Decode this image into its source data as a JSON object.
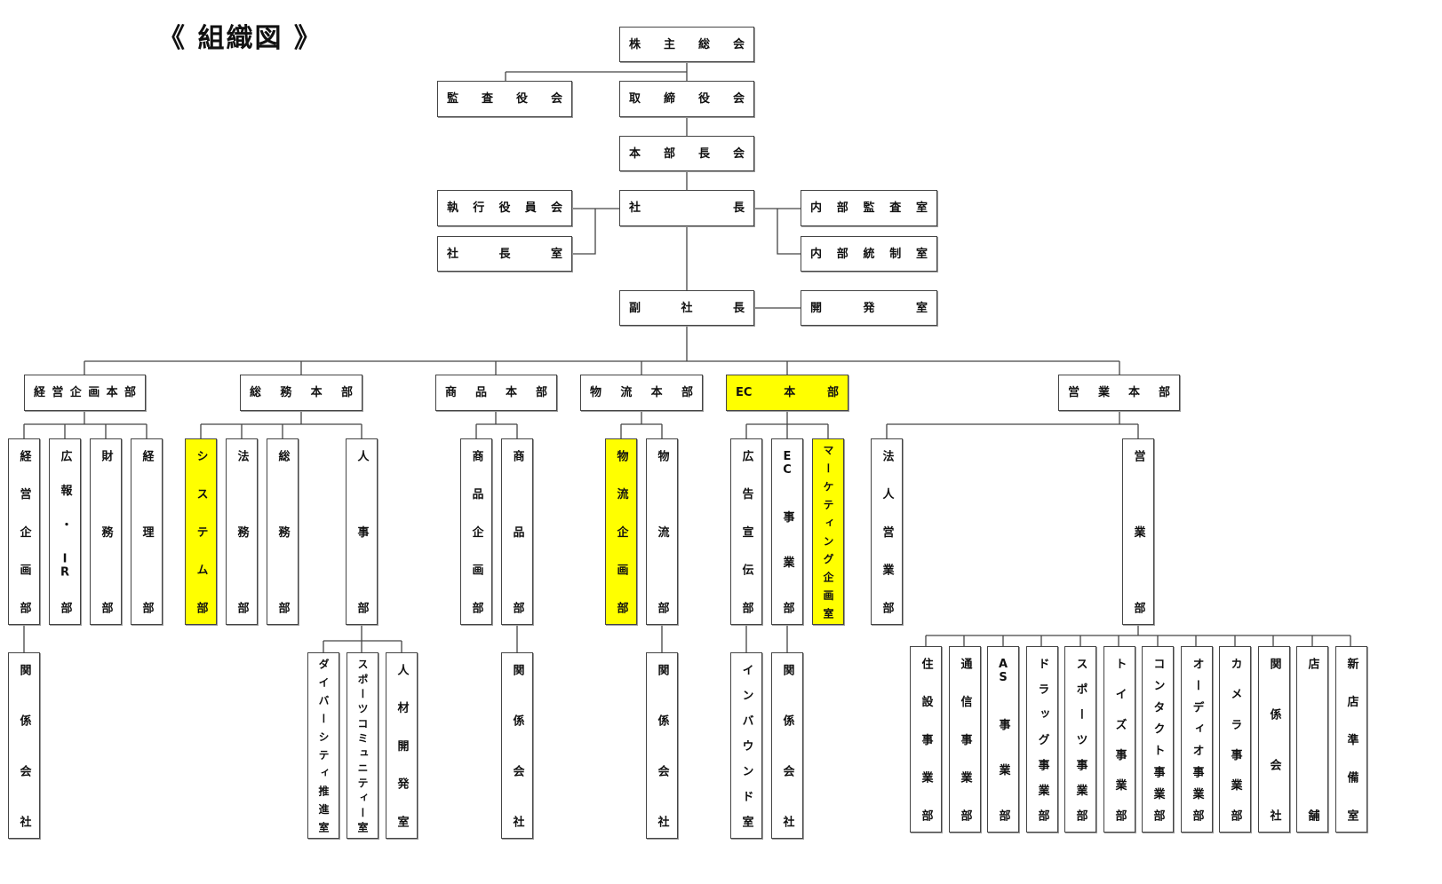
{
  "title": "《 組織図 》",
  "highlight_color": "#ffff00",
  "nodes": {
    "shareholders_meeting": {
      "label": "株主総会"
    },
    "audit_board": {
      "label": "監査役会"
    },
    "board_of_directors": {
      "label": "取締役会"
    },
    "division_heads_meeting": {
      "label": "本部長会"
    },
    "executive_officers_meeting": {
      "label": "執行役員会"
    },
    "president": {
      "label": "社長"
    },
    "internal_audit_office": {
      "label": "内部監査室"
    },
    "president_office": {
      "label": "社長室"
    },
    "internal_control_office": {
      "label": "内部統制室"
    },
    "vice_president": {
      "label": "副社長"
    },
    "development_office": {
      "label": "開発室"
    },
    "corp_planning_hq": {
      "label": "経営企画本部"
    },
    "general_affairs_hq": {
      "label": "総務本部"
    },
    "merchandise_hq": {
      "label": "商品本部"
    },
    "logistics_hq": {
      "label": "物流本部"
    },
    "ec_hq": {
      "label": "EC本部",
      "highlighted": true
    },
    "sales_hq": {
      "label": "営業本部"
    },
    "corp_planning_dept": {
      "label": "経営企画部"
    },
    "pr_ir_dept": {
      "label": "広報・IR部"
    },
    "finance_dept": {
      "label": "財務部"
    },
    "accounting_dept": {
      "label": "経理部"
    },
    "affiliates_1": {
      "label": "関係会社"
    },
    "system_dept": {
      "label": "システム部",
      "highlighted": true
    },
    "legal_dept": {
      "label": "法務部"
    },
    "general_affairs_dept": {
      "label": "総務部"
    },
    "hr_dept": {
      "label": "人事部"
    },
    "diversity_office": {
      "label": "ダイバーシティ推進室"
    },
    "sports_community_office": {
      "label": "スポーツコミュニティー室"
    },
    "talent_dev_office": {
      "label": "人材開発室"
    },
    "merch_planning_dept": {
      "label": "商品企画部"
    },
    "merch_dept": {
      "label": "商品部"
    },
    "affiliates_2": {
      "label": "関係会社"
    },
    "logistics_planning_dept": {
      "label": "物流企画部",
      "highlighted": true
    },
    "logistics_dept": {
      "label": "物流部"
    },
    "affiliates_3": {
      "label": "関係会社"
    },
    "advertising_dept": {
      "label": "広告宣伝部"
    },
    "ec_business_dept": {
      "label": "EC事業部"
    },
    "marketing_planning_office": {
      "label": "マーケティング企画室",
      "highlighted": true
    },
    "inbound_office": {
      "label": "インバウンド室"
    },
    "affiliates_4": {
      "label": "関係会社"
    },
    "corporate_sales_dept": {
      "label": "法人営業部"
    },
    "sales_dept": {
      "label": "営業部"
    },
    "housing_business_dept": {
      "label": "住設事業部"
    },
    "telecom_business_dept": {
      "label": "通信事業部"
    },
    "as_business_dept": {
      "label": "AS事業部"
    },
    "drug_business_dept": {
      "label": "ドラッグ事業部"
    },
    "sports_business_dept": {
      "label": "スポーツ事業部"
    },
    "toys_business_dept": {
      "label": "トイズ事業部"
    },
    "contact_business_dept": {
      "label": "コンタクト事業部"
    },
    "audio_business_dept": {
      "label": "オーディオ事業部"
    },
    "camera_business_dept": {
      "label": "カメラ事業部"
    },
    "affiliates_5": {
      "label": "関係会社"
    },
    "stores": {
      "label": "店舗"
    },
    "new_store_prep_office": {
      "label": "新店準備室"
    }
  }
}
